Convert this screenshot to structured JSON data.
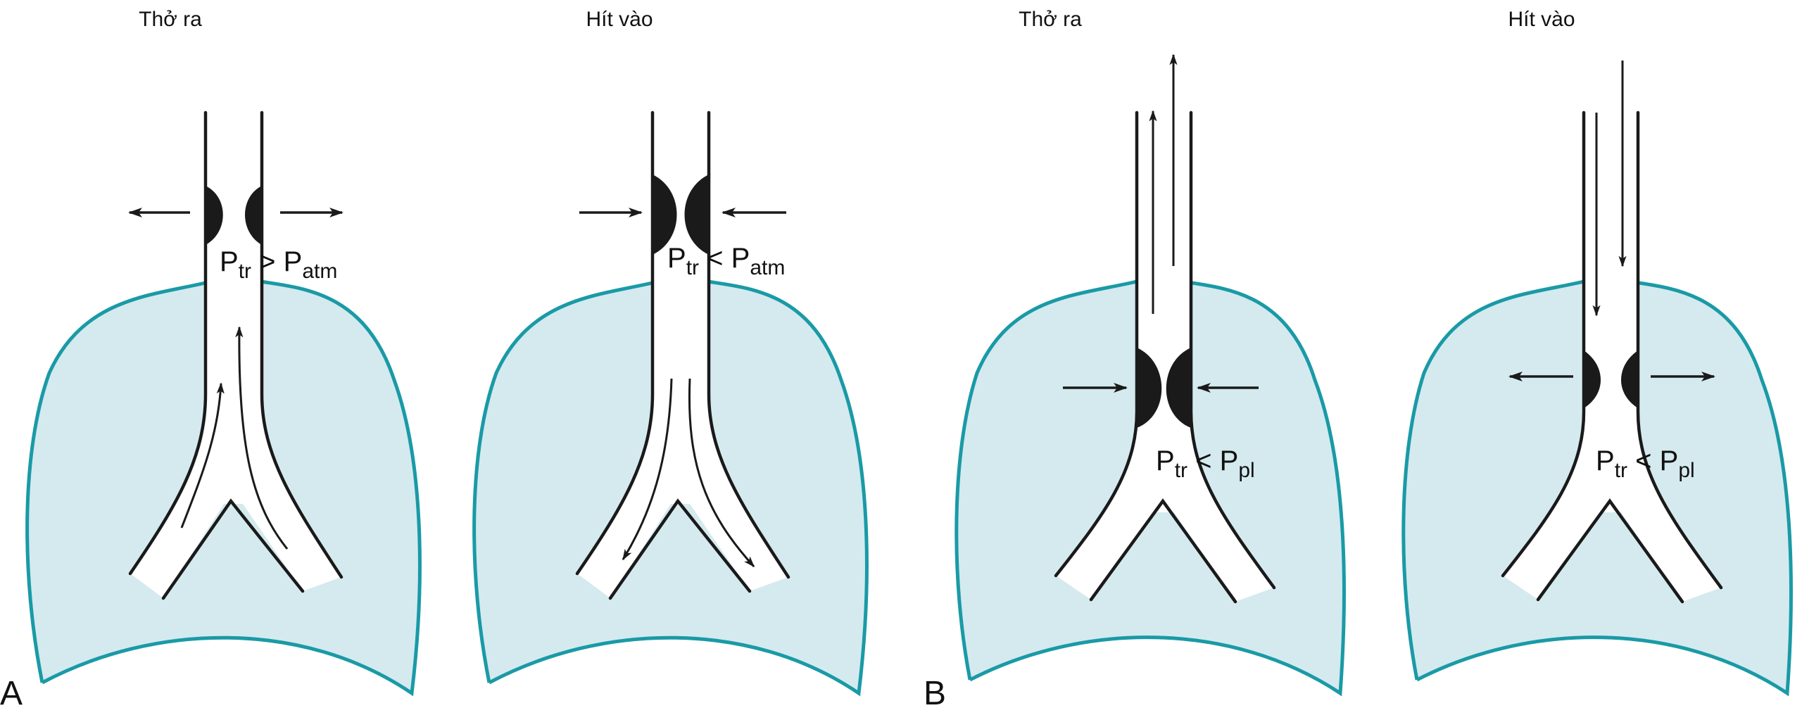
{
  "colors": {
    "lung_fill": "#d4eaef",
    "lung_stroke": "#1a9aa6",
    "airway_fill": "#ffffff",
    "ink": "#1a1a1a"
  },
  "panels": [
    {
      "letter": "A",
      "title": "Thở ra",
      "phase": "expiration",
      "collapse_site": "extrathoracic",
      "wall_motion": "outward",
      "pressure": {
        "p1": "P",
        "s1": "tr",
        "op": ">",
        "p2": "P",
        "s2": "atm"
      }
    },
    {
      "letter": "",
      "title": "Hít vào",
      "phase": "inspiration",
      "collapse_site": "extrathoracic",
      "wall_motion": "inward",
      "pressure": {
        "p1": "P",
        "s1": "tr",
        "op": "<",
        "p2": "P",
        "s2": "atm"
      }
    },
    {
      "letter": "B",
      "title": "Thở ra",
      "phase": "expiration",
      "collapse_site": "intrathoracic",
      "wall_motion": "inward",
      "pressure": {
        "p1": "P",
        "s1": "tr",
        "op": "<",
        "p2": "P",
        "s2": "pl"
      }
    },
    {
      "letter": "",
      "title": "Hít vào",
      "phase": "inspiration",
      "collapse_site": "intrathoracic",
      "wall_motion": "outward",
      "pressure": {
        "p1": "P",
        "s1": "tr",
        "op": "<",
        "p2": "P",
        "s2": "pl"
      }
    }
  ]
}
